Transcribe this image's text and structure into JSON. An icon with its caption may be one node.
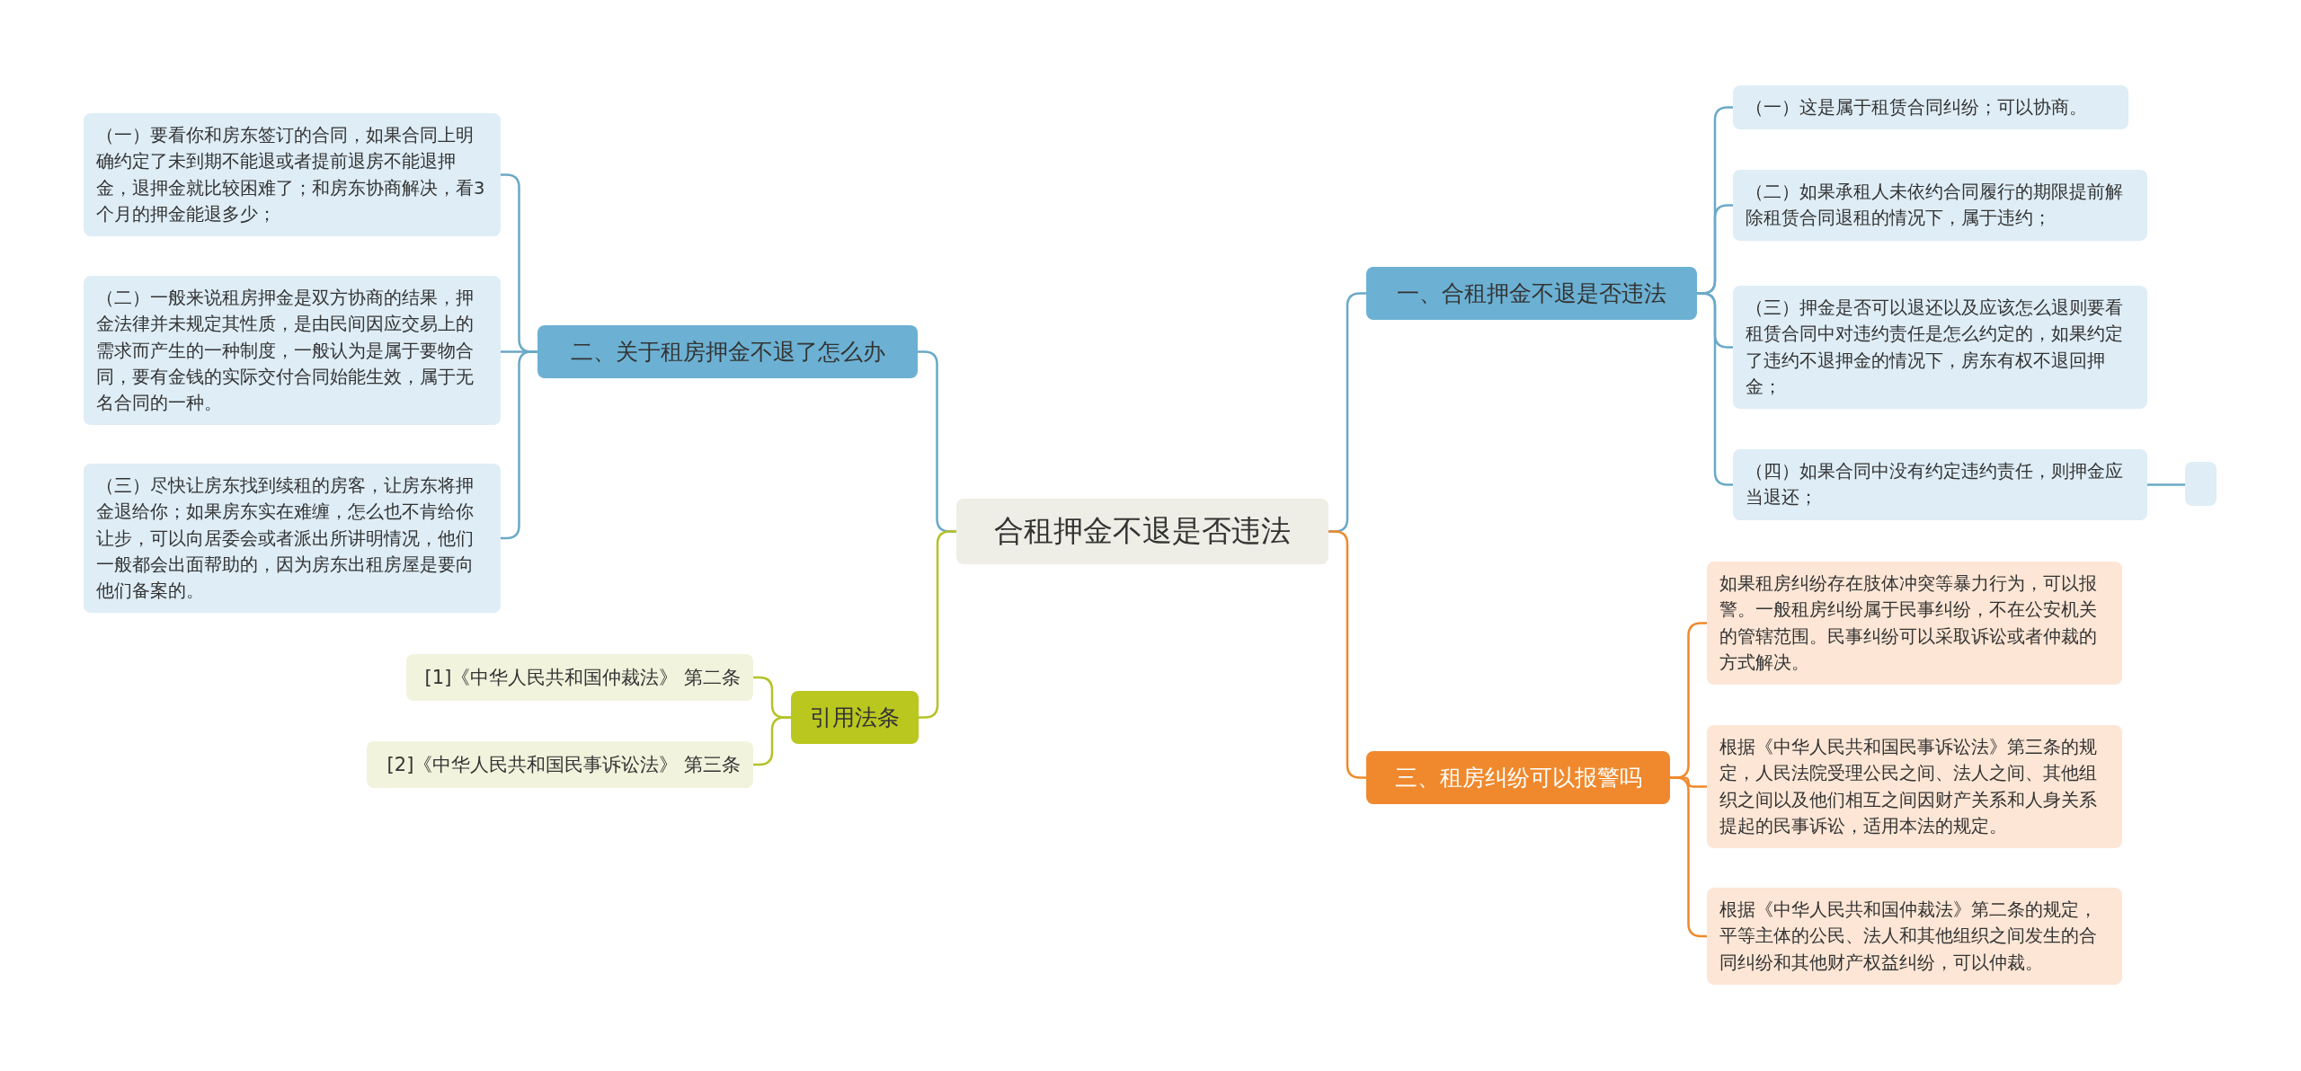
{
  "diagram": {
    "nodes": [
      {
        "text": [
          "合租押金不退是否违法"
        ]
      },
      {
        "text": [
          "二、关于租房押金不退了怎么办"
        ]
      },
      {
        "text": [
          "（一）要看你和房东签订的合同，如果合同上明确约定了未到期不能退或者提前退房不能退押金，退押金就比较困难了；和房东协商解决，看3个月的押金能退多少；"
        ]
      },
      {
        "text": [
          "（二）一般来说租房押金是双方协商的结果，押金法律并未规定其性质，是由民间因应交易上的需求而产生的一种制度，一般认为是属于要物合同，要有金钱的实际交付合同始能生效，属于无名合同的一种。"
        ]
      },
      {
        "text": [
          "（三）尽快让房东找到续租的房客，让房东将押金退给你；如果房东实在难缠，怎么也不肯给你让步，可以向居委会或者派出所讲明情况，他们一般都会出面帮助的，因为房东出租房屋是要向他们备案的。"
        ]
      },
      {
        "text": [
          "引用法条"
        ]
      },
      {
        "text": [
          "[1]《中华人民共和国仲裁法》 第二条"
        ]
      },
      {
        "text": [
          "[2]《中华人民共和国民事诉讼法》 第三条"
        ]
      },
      {
        "text": [
          "一、合租押金不退是否违法"
        ]
      },
      {
        "text": [
          "（一）这是属于租赁合同纠纷；可以协商。"
        ]
      },
      {
        "text": [
          "（二）如果承租人未依约合同履行的期限提前解除租赁合同退租的情况下，属于违约；"
        ]
      },
      {
        "text": [
          "（三）押金是否可以退还以及应该怎么退则要看租赁合同中对违约责任是怎么约定的，如果约定了违约不退押金的情况下，房东有权不退回押金；"
        ]
      },
      {
        "text": [
          "（四）如果合同中没有约定违约责任，则押金应当退还；"
        ]
      },
      {
        "text": [],
        "shape": "box"
      },
      {
        "text": [
          "三、租房纠纷可以报警吗"
        ]
      },
      {
        "text": [
          "如果租房纠纷存在肢体冲突等暴力行为，可以报警。一般租房纠纷属于民事纠纷，不在公安机关的管辖范围。民事纠纷可以采取诉讼或者仲裁的方式解决。"
        ]
      },
      {
        "text": [
          "根据《中华人民共和国民事诉讼法》第三条的规定，人民法院受理公民之间、法人之间、其他组织之间以及他们相互之间因财产关系和人身关系提起的民事诉讼，适用本法的规定。"
        ]
      },
      {
        "text": [
          "根据《中华人民共和国仲裁法》第二条的规定，平等主体的公民、法人和其他组织之间发生的合同纠纷和其他财产权益纠纷，可以仲裁。"
        ]
      }
    ],
    "edges": [
      {
        "from": 0,
        "to": 1,
        "arrow": "none"
      },
      {
        "from": 1,
        "to": 2,
        "arrow": "none"
      },
      {
        "from": 1,
        "to": 3,
        "arrow": "none"
      },
      {
        "from": 1,
        "to": 4,
        "arrow": "none"
      },
      {
        "from": 0,
        "to": 5,
        "arrow": "none",
        "color": "#b5c227"
      },
      {
        "from": 5,
        "to": 6,
        "arrow": "none",
        "color": "#b5c227"
      },
      {
        "from": 5,
        "to": 7,
        "arrow": "none",
        "color": "#b5c227"
      },
      {
        "from": 0,
        "to": 8,
        "arrow": "none"
      },
      {
        "from": 8,
        "to": 9,
        "arrow": "none"
      },
      {
        "from": 8,
        "to": 10,
        "arrow": "none"
      },
      {
        "from": 8,
        "to": 11,
        "arrow": "none"
      },
      {
        "from": 8,
        "to": 12,
        "arrow": "none"
      },
      {
        "from": 12,
        "to": 13,
        "arrow": "none"
      },
      {
        "from": 0,
        "to": 14,
        "arrow": "none",
        "color": "#f0892d"
      },
      {
        "from": 14,
        "to": 15,
        "arrow": "none",
        "color": "#f0892d"
      },
      {
        "from": 14,
        "to": 16,
        "arrow": "none",
        "color": "#f0892d"
      },
      {
        "from": 14,
        "to": 17,
        "arrow": "none",
        "color": "#f0892d"
      }
    ]
  }
}
